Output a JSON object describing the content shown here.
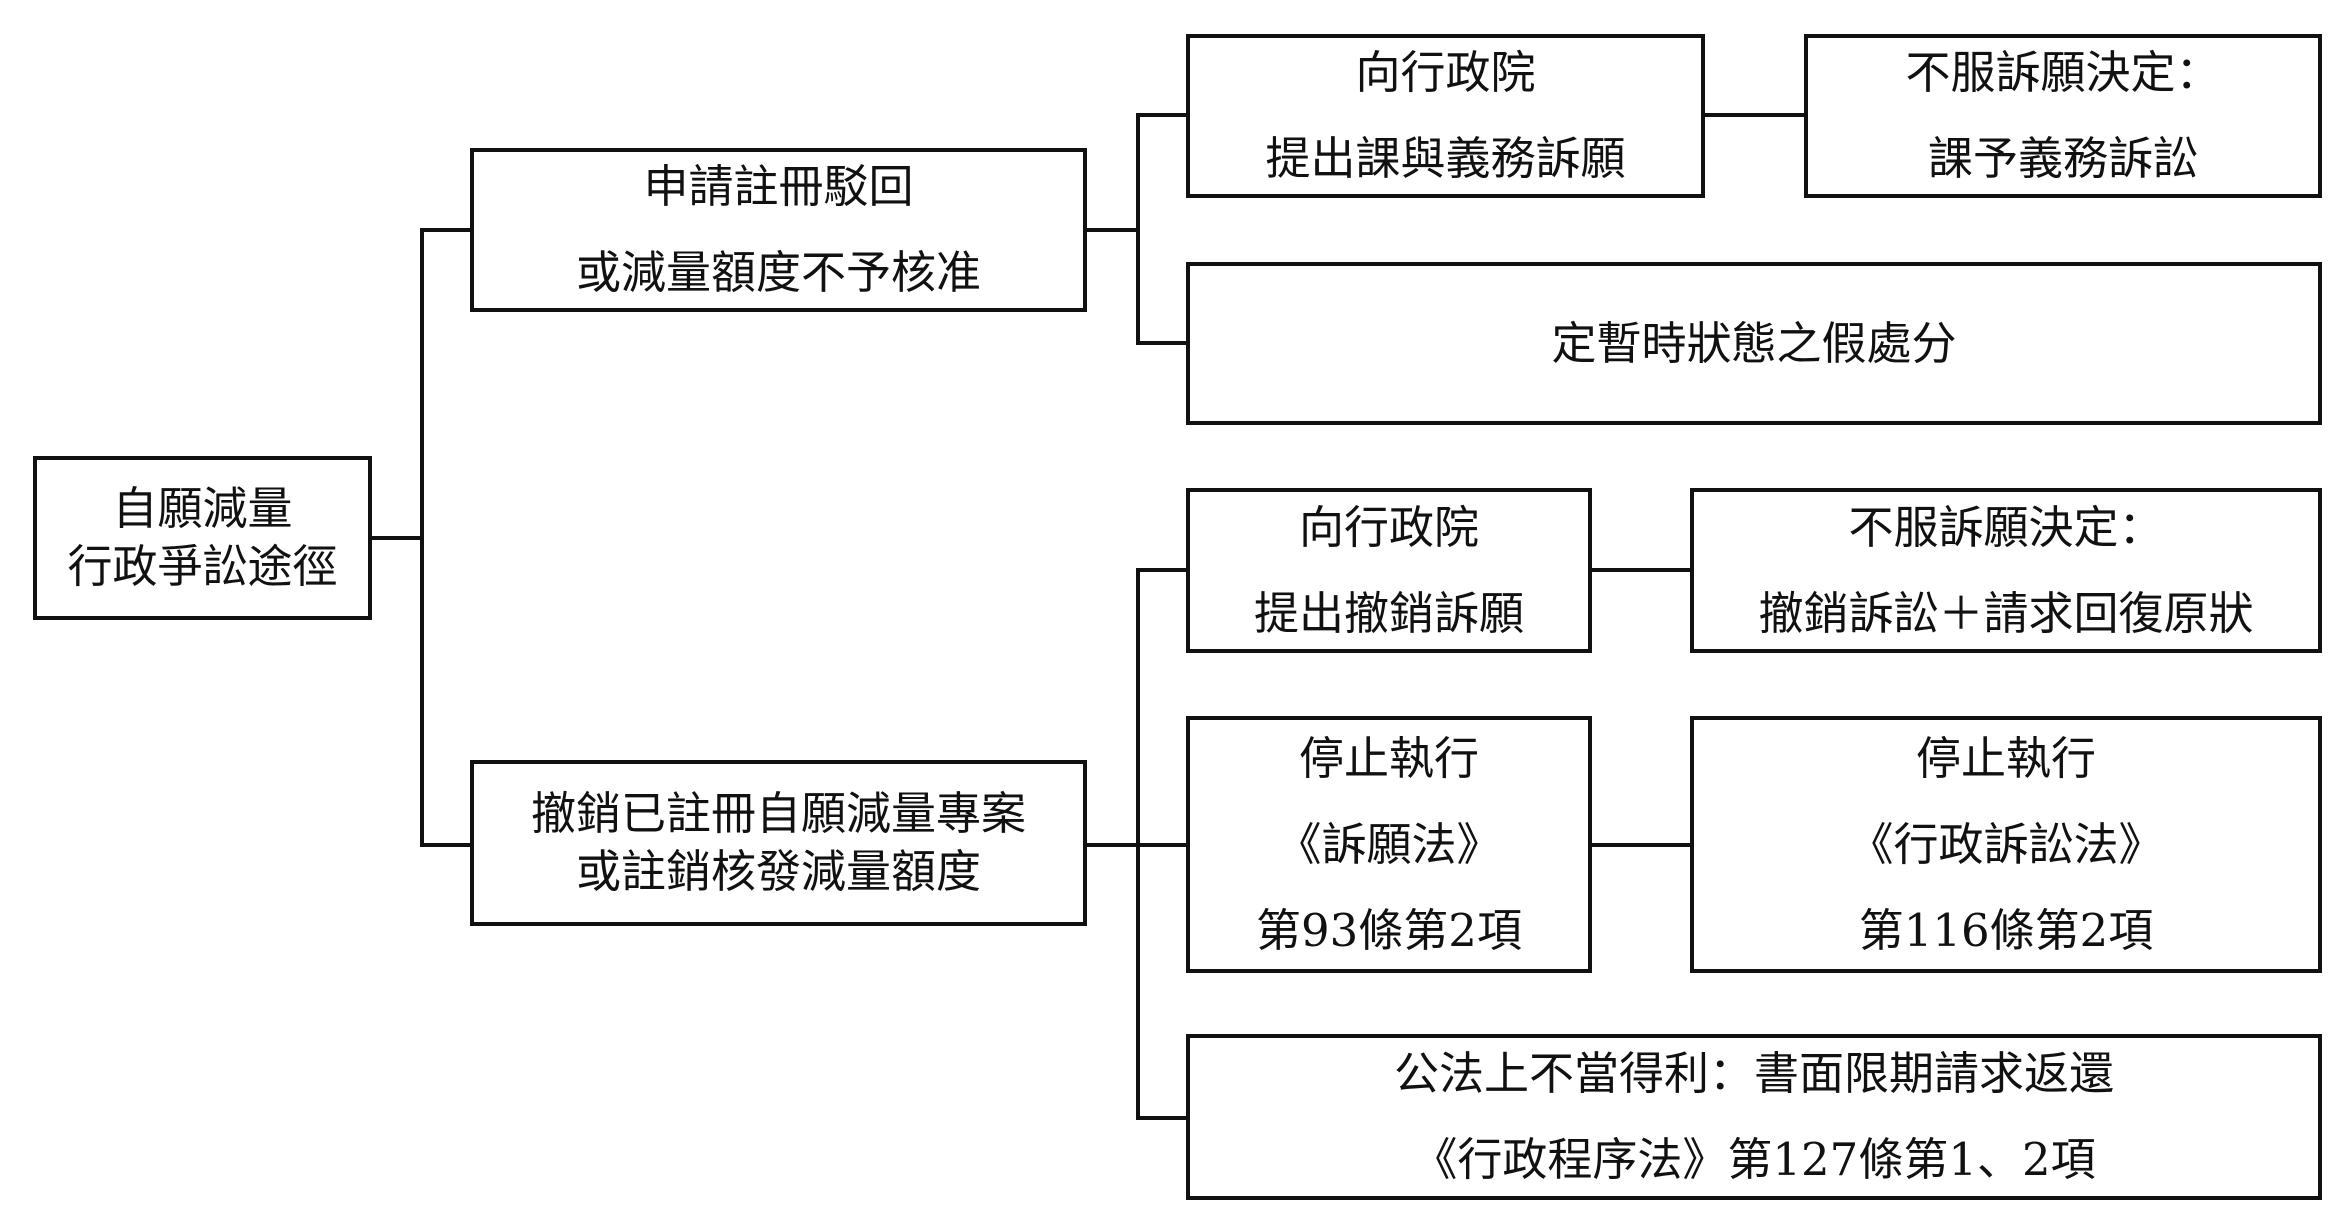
{
  "diagram": {
    "root": [
      "自願減量",
      "行政爭訟途徑"
    ],
    "branch_a": {
      "label": [
        "申請註冊駁回",
        "或減量額度不予核准"
      ],
      "appeal": [
        "向行政院",
        "提出課與義務訴願"
      ],
      "appeal_result": [
        "不服訴願決定：",
        "課予義務訴訟"
      ],
      "provisional": [
        "定暫時狀態之假處分"
      ]
    },
    "branch_b": {
      "label": [
        "撤銷已註冊自願減量專案",
        "或註銷核發減量額度"
      ],
      "appeal": [
        "向行政院",
        "提出撤銷訴願"
      ],
      "appeal_result": [
        "不服訴願決定：",
        "撤銷訴訟＋請求回復原狀"
      ],
      "suspension_appeal": [
        "停止執行",
        "《訴願法》",
        "第93條第2項"
      ],
      "suspension_court": [
        "停止執行",
        "《行政訴訟法》",
        "第116條第2項"
      ],
      "unjust_enrichment": [
        "公法上不當得利：書面限期請求返還",
        "《行政程序法》第127條第1、2項"
      ]
    },
    "line_color": "#111111"
  }
}
